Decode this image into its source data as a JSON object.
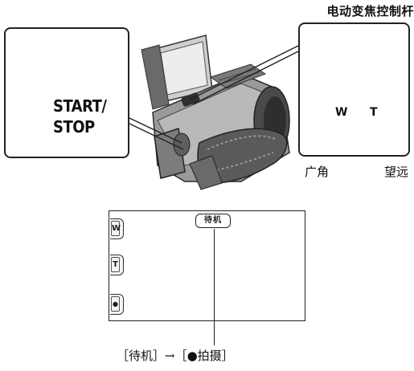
{
  "callout_left": {
    "button_label_line1": "START/",
    "button_label_line2": "STOP"
  },
  "callout_right": {
    "title": "电动变焦控制杆",
    "w_label": "W",
    "t_label": "T",
    "wide_label": "广角",
    "tele_label": "望远"
  },
  "lcd": {
    "standby_badge": "待机",
    "side_buttons": [
      {
        "label": "W"
      },
      {
        "label": "T"
      },
      {
        "label": "●"
      }
    ]
  },
  "caption": "［待机］→［●拍摄］",
  "colors": {
    "outline": "#222222",
    "arrow_gray": "#b8b8b8",
    "camera_dark": "#3a3a3a",
    "camera_mid": "#8c8c8c",
    "camera_light": "#d4d4d4"
  }
}
